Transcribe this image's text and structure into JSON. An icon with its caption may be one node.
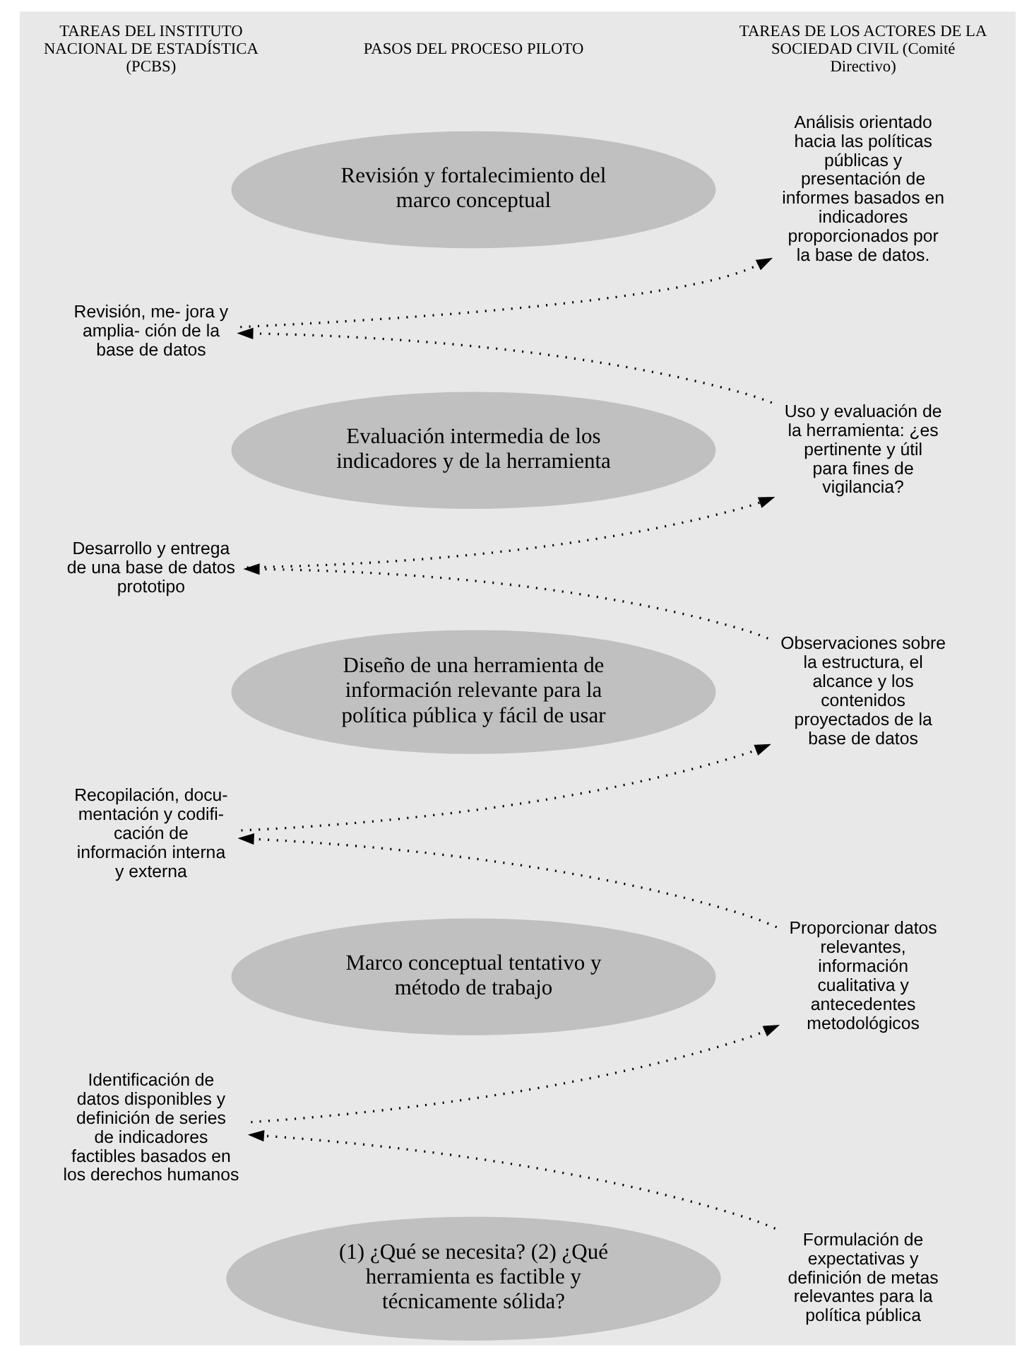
{
  "diagram": {
    "nodes": [
      {
        "text": [
          "Análisis orientado hacia las políticas públicas y presentación de informes basados en indicadores proporcionados por la base de datos."
        ]
      },
      {
        "text": [
          "Revisión y fortalecimiento del marco conceptual"
        ]
      },
      {
        "text": [
          "Revisión, me- jora y amplia- ción de la base de datos"
        ]
      },
      {
        "text": [
          "Evaluación intermedia de los indicadores y de la herramienta"
        ]
      },
      {
        "text": [
          "Uso y evaluación de la herramienta: ¿es pertinente y útil para fines de vigilancia?"
        ]
      },
      {
        "text": [
          "Desarrollo y entrega de una base de datos prototipo"
        ]
      },
      {
        "text": [
          "Observaciones sobre la estructura, el alcance y los contenidos proyectados de la base de datos"
        ]
      },
      {
        "text": [
          "Diseño de una herramienta de información relevante para la política pública y fácil de usar"
        ]
      },
      {
        "text": [
          "Recopilación, docu- mentación y codifi- cación de información interna y externa"
        ]
      },
      {
        "text": [
          "Proporcionar datos relevantes, información cualitativa y antecedentes metodológicos"
        ]
      },
      {
        "text": [
          "Marco conceptual tentativo y método de trabajo"
        ]
      },
      {
        "text": [
          "Identificación de datos disponibles y definición de series de indicadores factibles basados en los derechos humanos"
        ]
      },
      {
        "text": [
          "Formulación de expectativas y definición de metas relevantes para la política pública"
        ]
      },
      {
        "text": [
          "(1) ¿Qué se necesita? (2) ¿Qué herramienta es factible y técnicamente sólida?"
        ]
      }
    ],
    "edges": [
      {
        "from": 2,
        "to": 0,
        "arrow": "to"
      },
      {
        "from": 4,
        "to": 2,
        "arrow": "to"
      },
      {
        "from": 5,
        "to": 4,
        "arrow": "to"
      },
      {
        "from": 6,
        "to": 5,
        "arrow": "to"
      },
      {
        "from": 8,
        "to": 6,
        "arrow": "to"
      },
      {
        "from": 9,
        "to": 8,
        "arrow": "to"
      },
      {
        "from": 11,
        "to": 9,
        "arrow": "to"
      },
      {
        "from": 12,
        "to": 11,
        "arrow": "to"
      }
    ],
    "labels": [
      "TAREAS DEL INSTITUTO NACIONAL DE ESTADÍSTICA (PCBS)",
      "PASOS DEL PROCESO PILOTO",
      "TAREAS DE LOS ACTORES DE LA SOCIEDAD CIVIL (Comité Directivo)"
    ]
  }
}
